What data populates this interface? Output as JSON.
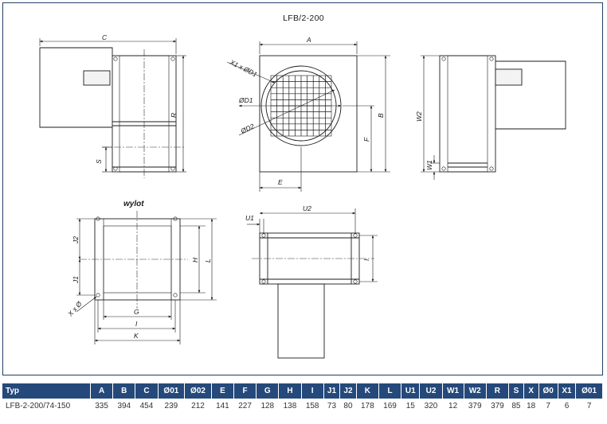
{
  "title": "LFB/2-200",
  "labels": {
    "wylot": "wylot",
    "C": "C",
    "R": "R",
    "S": "S",
    "A": "A",
    "B": "B",
    "F": "F",
    "E": "E",
    "X1xOD1": "X1 x ØD1",
    "OD1": "ØD1",
    "OD2": "ØD2",
    "W2": "W2",
    "W1": "W1",
    "J2": "J2",
    "J1": "J1",
    "H": "H",
    "L": "L",
    "G": "G",
    "I": "I",
    "K": "K",
    "XxO": "X x Ø",
    "U1": "U1",
    "U2": "U2",
    "I2": "I"
  },
  "table": {
    "headers": [
      "Typ",
      "A",
      "B",
      "C",
      "Ø01",
      "Ø02",
      "E",
      "F",
      "G",
      "H",
      "I",
      "J1",
      "J2",
      "K",
      "L",
      "U1",
      "U2",
      "W1",
      "W2",
      "R",
      "S",
      "X",
      "Ø0",
      "X1",
      "Ø01"
    ],
    "rows": [
      [
        "LFB-2-200/74-150",
        "335",
        "394",
        "454",
        "239",
        "212",
        "141",
        "227",
        "128",
        "138",
        "158",
        "73",
        "80",
        "178",
        "169",
        "15",
        "320",
        "12",
        "379",
        "379",
        "85",
        "18",
        "7",
        "6",
        "7"
      ]
    ]
  },
  "colors": {
    "header_bg": "#25497a",
    "frame": "#1f3f66",
    "line": "#1a1a1a"
  }
}
